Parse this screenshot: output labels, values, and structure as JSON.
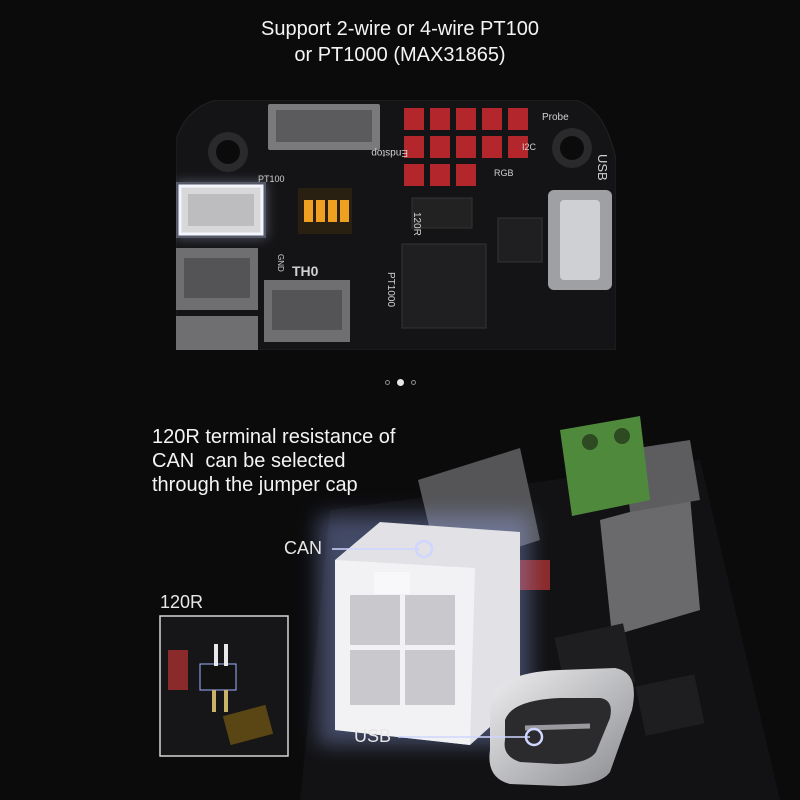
{
  "top_caption": {
    "line1": "Support 2-wire or 4-wire PT100",
    "line2": "or PT1000 (MAX31865)"
  },
  "board_labels": {
    "probe": "Probe",
    "endstop": "Endstop",
    "i2c": "I2C",
    "rgb": "RGB",
    "usb": "USB",
    "pt100": "PT100",
    "pt1000": "PT1000",
    "th0": "TH0",
    "r120": "120R",
    "gnd": "GND"
  },
  "carousel": {
    "dots": 3,
    "active_index": 1
  },
  "bottom_caption": {
    "line1": "120R terminal resistance of",
    "line2": "CAN  can be selected",
    "line3": "through the jumper cap"
  },
  "callouts": {
    "can": "CAN",
    "usb": "USB",
    "r120": "120R"
  },
  "colors": {
    "background": "#0b0b0c",
    "board": "#141416",
    "header_pins": "#b3262c",
    "jumper_orange": "#f0a020",
    "terminal_green": "#4f8a3c",
    "highlight_blue": "#9fb2ff"
  }
}
